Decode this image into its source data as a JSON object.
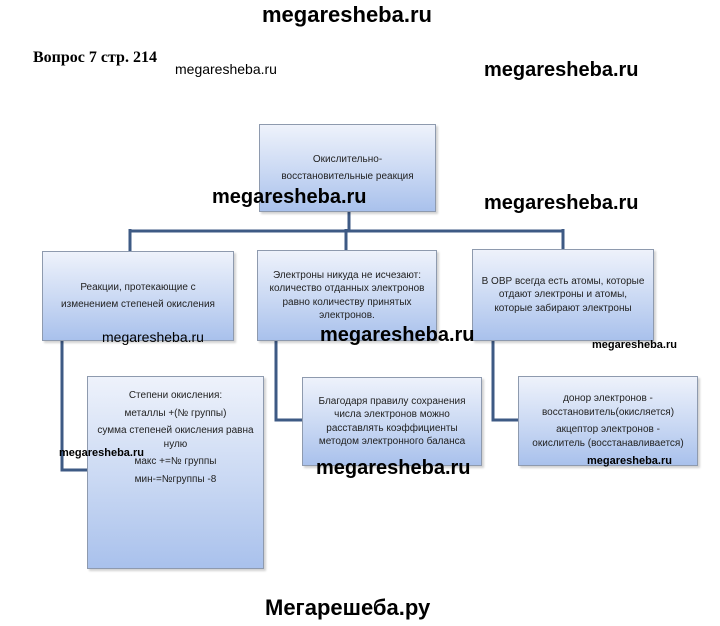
{
  "header": {
    "site": "megaresheba.ru"
  },
  "question": {
    "label": "Вопрос 7 стр. 214"
  },
  "footer": {
    "site": "Мегарешеба.ру"
  },
  "watermarks": {
    "wm1": "megaresheba.ru",
    "wm2": "megaresheba.ru",
    "wm3": "megaresheba.ru",
    "wm4": "megaresheba.ru",
    "wm5": "megaresheba.ru",
    "wm6": "megaresheba.ru",
    "wm7": "megaresheba.ru",
    "wm8": "megaresheba.ru",
    "wm9": "megaresheba.ru",
    "wm10": "megaresheba.ru"
  },
  "diagram": {
    "root": {
      "line1": "Окислительно-",
      "line2": "восстановительные реакция"
    },
    "left": {
      "box": {
        "line1": "Реакции, протекающие с",
        "line2": "изменением степеней окисления"
      },
      "child": {
        "title": "Степени окисления:",
        "line1": "металлы +(№ группы)",
        "line2": "сумма степеней окисления равна",
        "line3": "нулю",
        "line4": "макс +=№ группы",
        "line5": "мин-=№группы -8"
      }
    },
    "middle": {
      "box": {
        "line1": "Электроны никуда не исчезают:",
        "line2": "количество отданных электронов",
        "line3": "равно количеству принятых",
        "line4": "электронов."
      },
      "child": {
        "line1": "Благодаря правилу сохранения",
        "line2": "числа электронов можно",
        "line3": "расставлять коэффициенты",
        "line4": "методом электронного баланса"
      }
    },
    "right": {
      "box": {
        "line1": "В ОВР всегда есть атомы, которые",
        "line2": "отдают электроны и атомы,",
        "line3": "которые забирают электроны"
      },
      "child": {
        "line1": "донор электронов -",
        "line2": "восстановитель(окисляется)",
        "line3": "акцептор электронов -",
        "line4": "окислитель (восстанавливается)"
      }
    },
    "colors": {
      "connector": "#3e5a84",
      "box_border": "#8e9aae"
    }
  }
}
